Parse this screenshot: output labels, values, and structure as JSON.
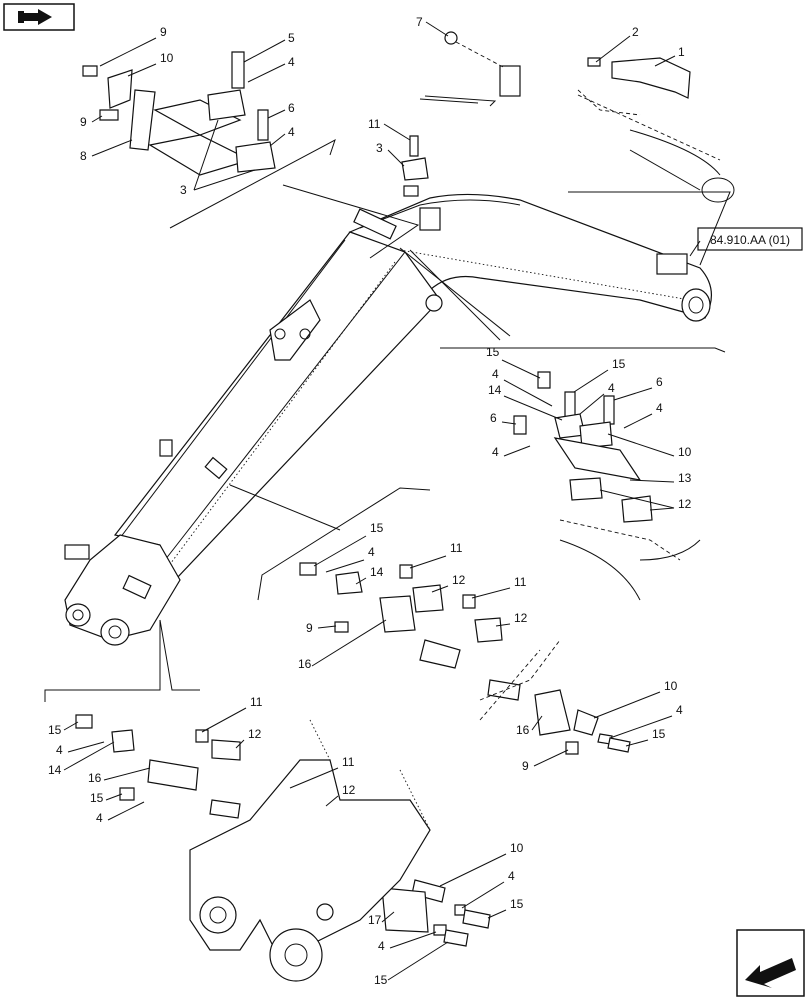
{
  "reference_box": {
    "label": "84.910.AA (01)"
  },
  "callouts": {
    "c1": "1",
    "c2": "2",
    "c3a": "3",
    "c3b": "3",
    "c4a": "4",
    "c4b": "4",
    "c5": "5",
    "c6": "6",
    "c7": "7",
    "c8": "8",
    "c9a": "9",
    "c9b": "9",
    "c10a": "10",
    "c11": "11",
    "r15a": "15",
    "r15b": "15",
    "r4a": "4",
    "r4b": "4",
    "r14": "14",
    "r6a": "6",
    "r6b": "6",
    "r4c": "4",
    "r4d": "4",
    "r10": "10",
    "r13": "13",
    "r12": "12",
    "m15": "15",
    "m4": "4",
    "m14": "14",
    "m11a": "11",
    "m12a": "12",
    "m11b": "11",
    "m12b": "12",
    "m9": "9",
    "m16": "16",
    "m10": "10",
    "m4b": "4",
    "m15b": "15",
    "m16b": "16",
    "m9b": "9",
    "b11a": "11",
    "b12a": "12",
    "b15a": "15",
    "b4a": "4",
    "b14": "14",
    "b16": "16",
    "b15b": "15",
    "b4b": "4",
    "b11b": "11",
    "b12b": "12",
    "b10": "10",
    "b4c": "4",
    "b15c": "15",
    "b17": "17",
    "b4d": "4",
    "b15d": "15"
  },
  "icons": {
    "top_left": "hand-pointer-icon",
    "bottom_right": "back-arrow-icon"
  }
}
